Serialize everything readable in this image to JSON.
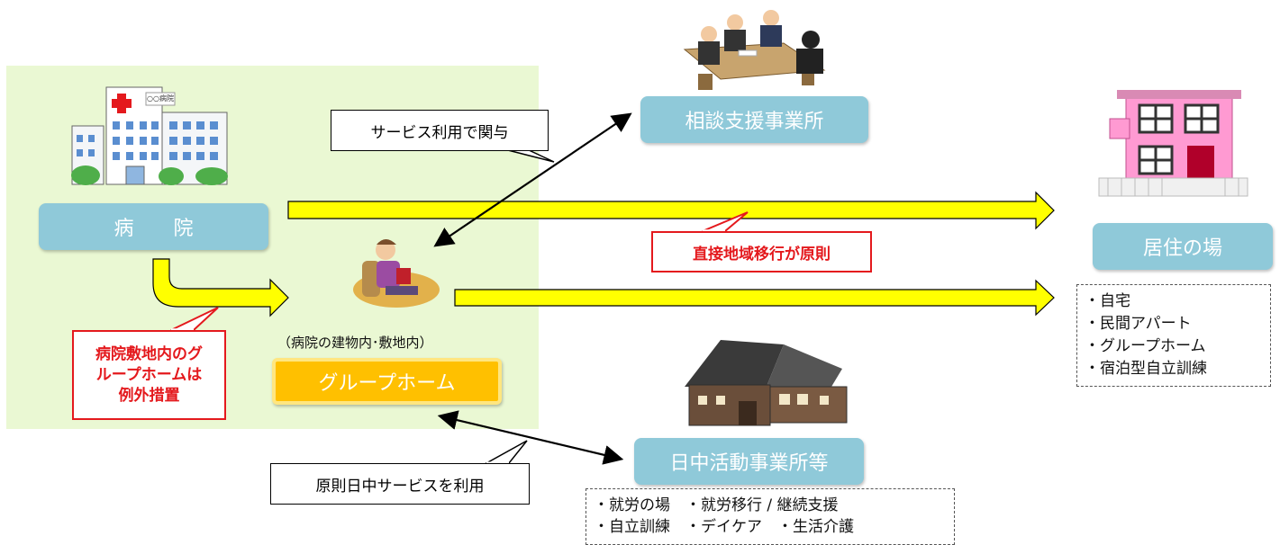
{
  "boxes": {
    "hospital": "病　　院",
    "consultation": "相談支援事業所",
    "residence": "居住の場",
    "grouphome": "グループホーム",
    "dayactivity": "日中活動事業所等"
  },
  "labels": {
    "grouphome_location": "（病院の建物内･敷地内）"
  },
  "callouts": {
    "service_use": "サービス利用で関与",
    "direct_transition": "直接地域移行が原則",
    "exception": [
      "病院敷地内のグ",
      "ループホームは",
      "例外措置"
    ],
    "day_service": "原則日中サービスを利用"
  },
  "lists": {
    "residence": [
      "・自宅",
      "・民間アパート",
      "・グループホーム",
      "・宿泊型自立訓練"
    ],
    "dayactivity": [
      "・就労の場　・就労移行 / 継続支援",
      "・自立訓練　・デイケア　・生活介護"
    ]
  },
  "images": {
    "hospital_sign": "○○病院"
  },
  "colors": {
    "area_green": "#eaf8d3",
    "box_blue": "#8fc9d9",
    "arrow_yellow": "#ffff00",
    "gh_orange": "#ffc000",
    "callout_red": "#e4191d"
  }
}
